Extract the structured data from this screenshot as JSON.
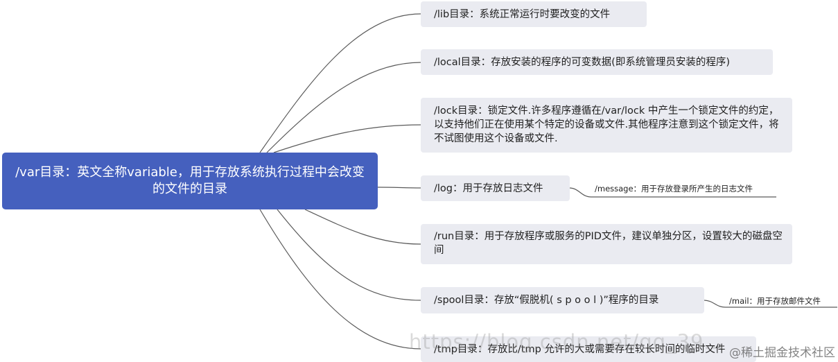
{
  "root": {
    "label": "/var目录：英文全称variable，用于存放系统执行过程中会改变的文件的目录"
  },
  "branches": [
    {
      "label": "/lib目录：系统正常运行时要改变的文件"
    },
    {
      "label": "/local目录：存放安装的程序的可变数据(即系统管理员安装的程序)"
    },
    {
      "label": "/lock目录：锁定文件.许多程序遵循在/var/lock 中产生一个锁定文件的约定，以支持他们正在使用某个特定的设备或文件.其他程序注意到这个锁定文件，将不试图使用这个设备或文件."
    },
    {
      "label": "/log：用于存放日志文件",
      "child": "/message：用于存放登录所产生的日志文件"
    },
    {
      "label": "/run目录：用于存放程序或服务的PID文件，建议单独分区，设置较大的磁盘空间"
    },
    {
      "label": "/spool目录：存放“假脱机( s p o o l )”程序的目录",
      "child": "/mail：用于存放邮件文件"
    },
    {
      "label": "/tmp目录：存放比/tmp 允许的大或需要存在较长时间的临时文件"
    }
  ],
  "watermark": {
    "url": "https://blog.csdn.net/qq_39...",
    "brand": "@稀土掘金技术社区"
  },
  "colors": {
    "root_fill": "#4560be",
    "node_fill": "#eaebf1",
    "line": "#595959"
  }
}
